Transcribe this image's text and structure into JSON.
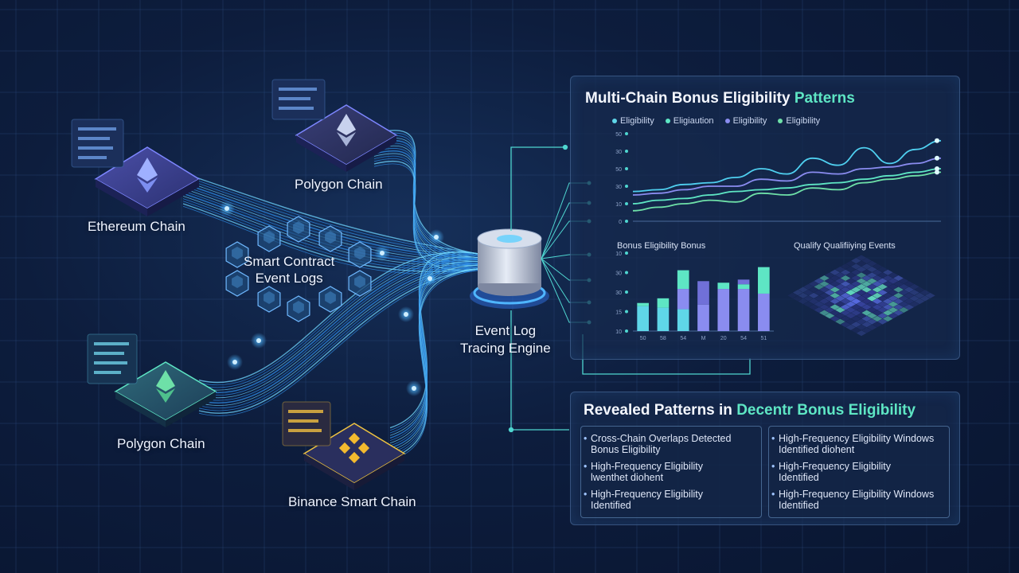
{
  "nodes": {
    "ethereum_top": {
      "label": "Ethereum Chain"
    },
    "polygon_top": {
      "label": "Polygon Chain"
    },
    "polygon_bottom": {
      "label": "Polygon Chain"
    },
    "binance": {
      "label": "Binance Smart Chain"
    },
    "logs_line1": "Smart Contract",
    "logs_line2": "Event Logs",
    "engine_line1": "Event Log",
    "engine_line2": "Tracing Engine"
  },
  "icons": {
    "ethereum": "ethereum-diamond-icon",
    "binance": "binance-logo-icon",
    "cylinder": "database-cylinder-icon"
  },
  "colors": {
    "accent": "#5ee6c4",
    "purple": "#8a8cf0",
    "cyan": "#4fd0f0",
    "flow": "#3aa8ff"
  },
  "panel_charts": {
    "title_main": "Multi-Chain Bonus Eligibility ",
    "title_hl": "Patterns",
    "legend": [
      {
        "label": "Eligibility",
        "color": "#5fd6e8"
      },
      {
        "label": "Eligiaution",
        "color": "#5ee6c4"
      },
      {
        "label": "Eligibility",
        "color": "#8a8cf0"
      },
      {
        "label": "Eligibility",
        "color": "#6ee0a8"
      }
    ],
    "bar_title": "Bonus Eligibility Bonus",
    "heat_title": "Qualify Qualifiiying Events"
  },
  "chart_data": [
    {
      "type": "line",
      "title": "",
      "x": [
        0,
        1,
        2,
        3,
        4,
        5,
        6,
        7,
        8,
        9,
        10,
        11,
        12
      ],
      "yticks": [
        "0",
        "10",
        "30",
        "50",
        "30",
        "50"
      ],
      "ylim": [
        0,
        50
      ],
      "series": [
        {
          "color": "#4fd0f0",
          "values": [
            17,
            18,
            21,
            22,
            25,
            30,
            27,
            36,
            32,
            42,
            33,
            41,
            46
          ]
        },
        {
          "color": "#8a8cf0",
          "values": [
            15,
            16,
            18,
            20,
            20,
            24,
            23,
            28,
            27,
            30,
            31,
            33,
            36
          ]
        },
        {
          "color": "#5ee6c4",
          "values": [
            10,
            12,
            13,
            15,
            17,
            18,
            19,
            21,
            22,
            24,
            26,
            28,
            30
          ]
        },
        {
          "color": "#6ee0a8",
          "values": [
            6,
            8,
            10,
            12,
            11,
            16,
            15,
            19,
            18,
            22,
            24,
            26,
            28
          ]
        }
      ]
    },
    {
      "type": "bar",
      "title": "Bonus Eligibility Bonus",
      "categories": [
        "50",
        "58",
        "54",
        "M",
        "20",
        "54",
        "51"
      ],
      "yticks": [
        "10",
        "15",
        "30",
        "30",
        "10"
      ],
      "ylim": [
        0,
        50
      ],
      "series": [
        {
          "color": "#5fd6e8",
          "values": [
            16,
            15,
            14,
            0,
            0,
            0,
            0
          ]
        },
        {
          "color": "#8a8cf0",
          "values": [
            0,
            0,
            13,
            17,
            27,
            27,
            24
          ]
        },
        {
          "color": "#5ee6c4",
          "values": [
            2,
            6,
            12,
            0,
            4,
            3,
            17
          ]
        },
        {
          "color": "#7070d8",
          "values": [
            0,
            0,
            0,
            15,
            0,
            3,
            0
          ]
        }
      ]
    }
  ],
  "patterns": {
    "title_main": "Revealed Patterns in ",
    "title_hl": "Decentr Bonus Eligibility",
    "left": [
      {
        "l1": "Cross-Chain Overlaps Detected",
        "l2": "Bonus Eligibility"
      },
      {
        "l1": "High-Frequency Eligibility",
        "l2": "lwenthet diohent"
      },
      {
        "l1": "High-Frequency Eligibility",
        "l2": "Identified"
      }
    ],
    "right": [
      {
        "l1": "High-Frequency Eligibility Windows",
        "l2": "Identified diohent"
      },
      {
        "l1": "High-Frequency Eligibility",
        "l2": "Identified"
      },
      {
        "l1": "High-Frequency Eligibility Windows",
        "l2": "Identified"
      }
    ]
  }
}
